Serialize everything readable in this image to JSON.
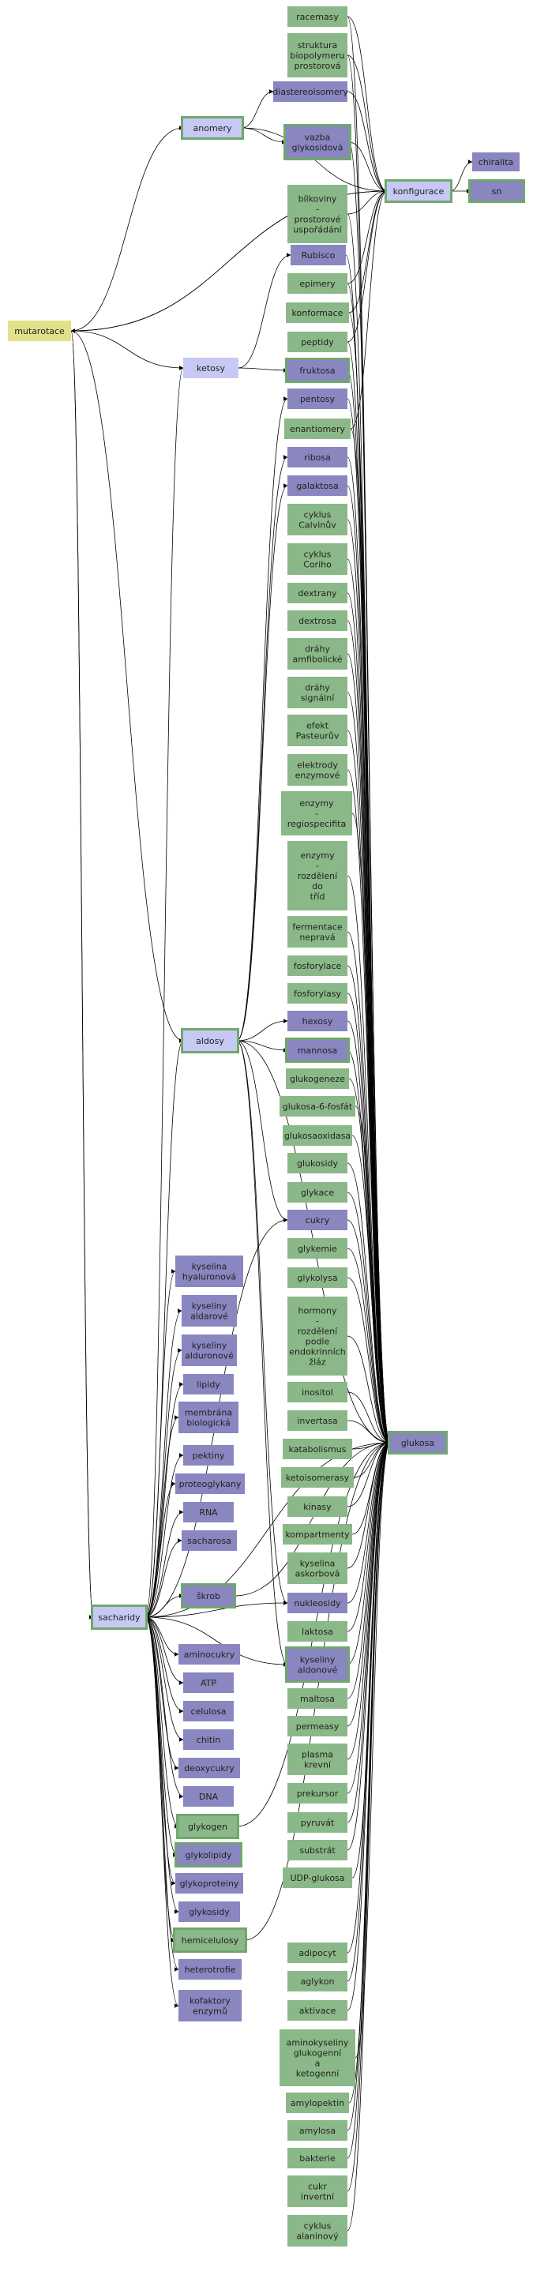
{
  "colors": {
    "green": "#8bb888",
    "purple": "#8a86c0",
    "light_purple": "#c8c8f4",
    "yellow": "#e2e18a",
    "highlight_border": "#6fa86c",
    "light_fill": "#ccf5d0"
  },
  "nodes": {
    "mutarotace": {
      "label": "mutarotace",
      "style": "yellow"
    },
    "anomery": {
      "label": "anomery",
      "style": "light_purple_framed"
    },
    "ketosy": {
      "label": "ketosy",
      "style": "light_purple"
    },
    "aldosy": {
      "label": "aldosy",
      "style": "light_purple_framed"
    },
    "sacharidy": {
      "label": "sacharidy",
      "style": "light_purple_framed"
    },
    "konfigurace": {
      "label": "konfigurace",
      "style": "light_purple_framed"
    },
    "glukosa": {
      "label": "glukosa",
      "style": "purple_framed"
    },
    "chiralita": {
      "label": "chiralita",
      "style": "purple"
    },
    "sn": {
      "label": "sn",
      "style": "purple_framed"
    },
    "racemasy": {
      "label": "racemasy",
      "style": "green"
    },
    "struktura": {
      "label": "struktura\nbiopolymeru\nprostorová",
      "style": "green"
    },
    "diastereoisomery": {
      "label": "diastereoisomery",
      "style": "purple"
    },
    "vazba": {
      "label": "vazba\nglykosidová",
      "style": "purple_framed"
    },
    "bilkoviny": {
      "label": "bílkoviny\n-\nprostorové\nuspořádání",
      "style": "green"
    },
    "rubisco": {
      "label": "Rubisco",
      "style": "purple"
    },
    "epimery": {
      "label": "epimery",
      "style": "green"
    },
    "konformace": {
      "label": "konformace",
      "style": "green"
    },
    "peptidy": {
      "label": "peptidy",
      "style": "green"
    },
    "fruktosa": {
      "label": "fruktosa",
      "style": "purple_framed"
    },
    "pentosy": {
      "label": "pentosy",
      "style": "purple"
    },
    "enantiomery": {
      "label": "enantiomery",
      "style": "green"
    },
    "ribosa": {
      "label": "ribosa",
      "style": "purple"
    },
    "galaktosa": {
      "label": "galaktosa",
      "style": "purple"
    },
    "calvin": {
      "label": "cyklus\nCalvinův",
      "style": "green"
    },
    "cori": {
      "label": "cyklus\nCoriho",
      "style": "green"
    },
    "dextrany": {
      "label": "dextrany",
      "style": "green"
    },
    "dextrosa": {
      "label": "dextrosa",
      "style": "green"
    },
    "drahy_amfi": {
      "label": "dráhy\namfibolické",
      "style": "green"
    },
    "drahy_sig": {
      "label": "dráhy\nsignální",
      "style": "green"
    },
    "pasteur": {
      "label": "efekt\nPasteurův",
      "style": "green"
    },
    "elektrody": {
      "label": "elektrody\nenzymové",
      "style": "green"
    },
    "enzymy_regio": {
      "label": "enzymy\n-\nregiospecifita",
      "style": "green"
    },
    "enzymy_rozd": {
      "label": "enzymy\n-\nrozdělení\ndo\ntříd",
      "style": "green"
    },
    "fermentace": {
      "label": "fermentace\nnepravá",
      "style": "green"
    },
    "fosforylace": {
      "label": "fosforylace",
      "style": "green"
    },
    "fosforylasy": {
      "label": "fosforylasy",
      "style": "green"
    },
    "hexosy": {
      "label": "hexosy",
      "style": "purple"
    },
    "mannosa": {
      "label": "mannosa",
      "style": "purple_framed"
    },
    "glukogeneze": {
      "label": "glukogeneze",
      "style": "green"
    },
    "glukosa6f": {
      "label": "glukosa-6-fosfát",
      "style": "green"
    },
    "glukosaoxidasa": {
      "label": "glukosaoxidasa",
      "style": "green"
    },
    "glukosidy": {
      "label": "glukosidy",
      "style": "green"
    },
    "glykace": {
      "label": "glykace",
      "style": "green"
    },
    "cukry": {
      "label": "cukry",
      "style": "purple"
    },
    "glykemie": {
      "label": "glykemie",
      "style": "green"
    },
    "glykolysa": {
      "label": "glykolysa",
      "style": "green"
    },
    "hormony": {
      "label": "hormony\n-\nrozdělení\npodle\nendokrinních\nžláz",
      "style": "green"
    },
    "inositol": {
      "label": "inositol",
      "style": "green"
    },
    "invertasa": {
      "label": "invertasa",
      "style": "green"
    },
    "katabolismus": {
      "label": "katabolismus",
      "style": "green"
    },
    "ketoisomerasy": {
      "label": "ketoisomerasy",
      "style": "green"
    },
    "kinasy": {
      "label": "kinasy",
      "style": "green"
    },
    "kompartmenty": {
      "label": "kompartmenty",
      "style": "green"
    },
    "askorbova": {
      "label": "kyselina\naskorbová",
      "style": "green"
    },
    "nukleosidy": {
      "label": "nukleosidy",
      "style": "purple"
    },
    "laktosa": {
      "label": "laktosa",
      "style": "green"
    },
    "aldonove": {
      "label": "kyseliny\naldonové",
      "style": "purple_framed"
    },
    "maltosa": {
      "label": "maltosa",
      "style": "green"
    },
    "permeasy": {
      "label": "permeasy",
      "style": "green"
    },
    "plazma": {
      "label": "plasma\nkrevní",
      "style": "green"
    },
    "prekursor": {
      "label": "prekursor",
      "style": "green"
    },
    "pyruvat": {
      "label": "pyruvát",
      "style": "green"
    },
    "substrat": {
      "label": "substrát",
      "style": "green"
    },
    "udp": {
      "label": "UDP-glukosa",
      "style": "green"
    },
    "adipocyt": {
      "label": "adipocyt",
      "style": "green"
    },
    "aglykon": {
      "label": "aglykon",
      "style": "green"
    },
    "aktivace": {
      "label": "aktivace",
      "style": "green"
    },
    "aminokyseliny": {
      "label": "aminokyseliny\nglukogenní\na\nketogenní",
      "style": "green"
    },
    "amylopektin": {
      "label": "amylopektin",
      "style": "green"
    },
    "amylosa": {
      "label": "amylosa",
      "style": "green"
    },
    "bakterie": {
      "label": "bakterie",
      "style": "green"
    },
    "cukr_invertni": {
      "label": "cukr\ninvertní",
      "style": "green"
    },
    "alaninovy": {
      "label": "cyklus\nalaninový",
      "style": "green"
    },
    "hyaluronova": {
      "label": "kyselina\nhyaluronová",
      "style": "purple"
    },
    "aldarove": {
      "label": "kyseliny\naldarové",
      "style": "purple"
    },
    "alduronove": {
      "label": "kyseliny\nalduronové",
      "style": "purple"
    },
    "lipidy": {
      "label": "lipidy",
      "style": "purple"
    },
    "membrana": {
      "label": "membrána\nbiologická",
      "style": "purple"
    },
    "pektiny": {
      "label": "pektiny",
      "style": "purple"
    },
    "proteoglykany": {
      "label": "proteoglykany",
      "style": "purple"
    },
    "rna": {
      "label": "RNA",
      "style": "purple"
    },
    "sacharosa": {
      "label": "sacharosa",
      "style": "purple"
    },
    "skrob": {
      "label": "škrob",
      "style": "purple_framed"
    },
    "aminocukry": {
      "label": "aminocukry",
      "style": "purple"
    },
    "atp": {
      "label": "ATP",
      "style": "purple"
    },
    "celulosa": {
      "label": "celulosa",
      "style": "purple"
    },
    "chitin": {
      "label": "chitin",
      "style": "purple"
    },
    "deoxycukry": {
      "label": "deoxycukry",
      "style": "purple"
    },
    "dna": {
      "label": "DNA",
      "style": "purple"
    },
    "glykogen": {
      "label": "glykogen",
      "style": "green_framed"
    },
    "glykolipidy": {
      "label": "glykolipidy",
      "style": "purple_framed"
    },
    "glykoproteiny": {
      "label": "glykoproteiny",
      "style": "purple"
    },
    "glykosidy": {
      "label": "glykosidy",
      "style": "purple"
    },
    "hemicelulosy": {
      "label": "hemicelulosy",
      "style": "green_framed"
    },
    "heterotrofie": {
      "label": "heterotrofie",
      "style": "purple"
    },
    "kofaktory": {
      "label": "kofaktory\nenzymů",
      "style": "purple"
    }
  }
}
